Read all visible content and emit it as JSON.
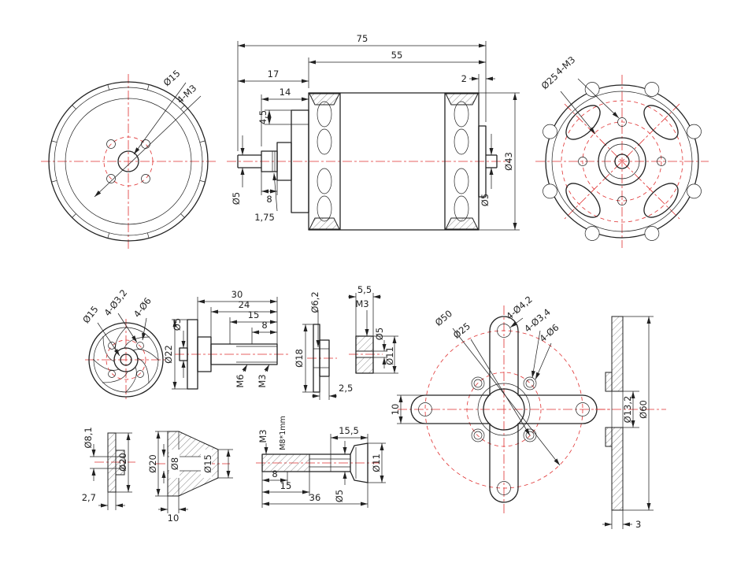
{
  "colors": {
    "line": "#222222",
    "centerline": "#e03131",
    "background": "#ffffff"
  },
  "labels": {
    "front": {
      "dia15": "Ø15",
      "holes": "4-M3"
    },
    "side": {
      "len75": "75",
      "len55": "55",
      "len17": "17",
      "len14": "14",
      "len45": "4,5",
      "len2": "2",
      "dia5_front": "Ø5",
      "len8": "8",
      "len175": "1,75",
      "dia5_rear": "Ø5",
      "dia43": "Ø43"
    },
    "rear": {
      "holes": "4-M3",
      "dia25": "Ø25"
    },
    "fan": {
      "dia15": "Ø15",
      "holes32": "4-Ø3,2",
      "holes6": "4-Ø6"
    },
    "adapter": {
      "len30": "30",
      "len24": "24",
      "len15": "15",
      "len8": "8",
      "dia5": "Ø5",
      "dia22": "Ø22",
      "m6": "M6",
      "m3": "M3"
    },
    "washer": {
      "dia62": "Ø6,2",
      "dia18": "Ø18",
      "len25": "2,5"
    },
    "collet": {
      "len55": "5,5",
      "m3": "M3",
      "dia5": "Ø5",
      "dia11": "Ø11"
    },
    "xmount": {
      "dia50": "Ø50",
      "dia25": "Ø25",
      "holes42": "4-Ø4,2",
      "holes34": "4-Ø3,4",
      "holes6": "4-Ø6",
      "len10": "10"
    },
    "plate": {
      "dia132": "Ø13,2",
      "dia60": "Ø60",
      "len3": "3"
    },
    "cap": {
      "dia81": "Ø8,1",
      "dia20": "Ø20",
      "len27": "2,7"
    },
    "nut": {
      "dia20": "Ø20",
      "dia8": "Ø8",
      "dia15": "Ø15",
      "len10": "10"
    },
    "shaft": {
      "m3": "M3",
      "m8": "M8*1mm",
      "len155": "15,5",
      "dia11": "Ø11",
      "dia5": "Ø5",
      "len8": "8",
      "len15": "15",
      "len36": "36"
    }
  }
}
